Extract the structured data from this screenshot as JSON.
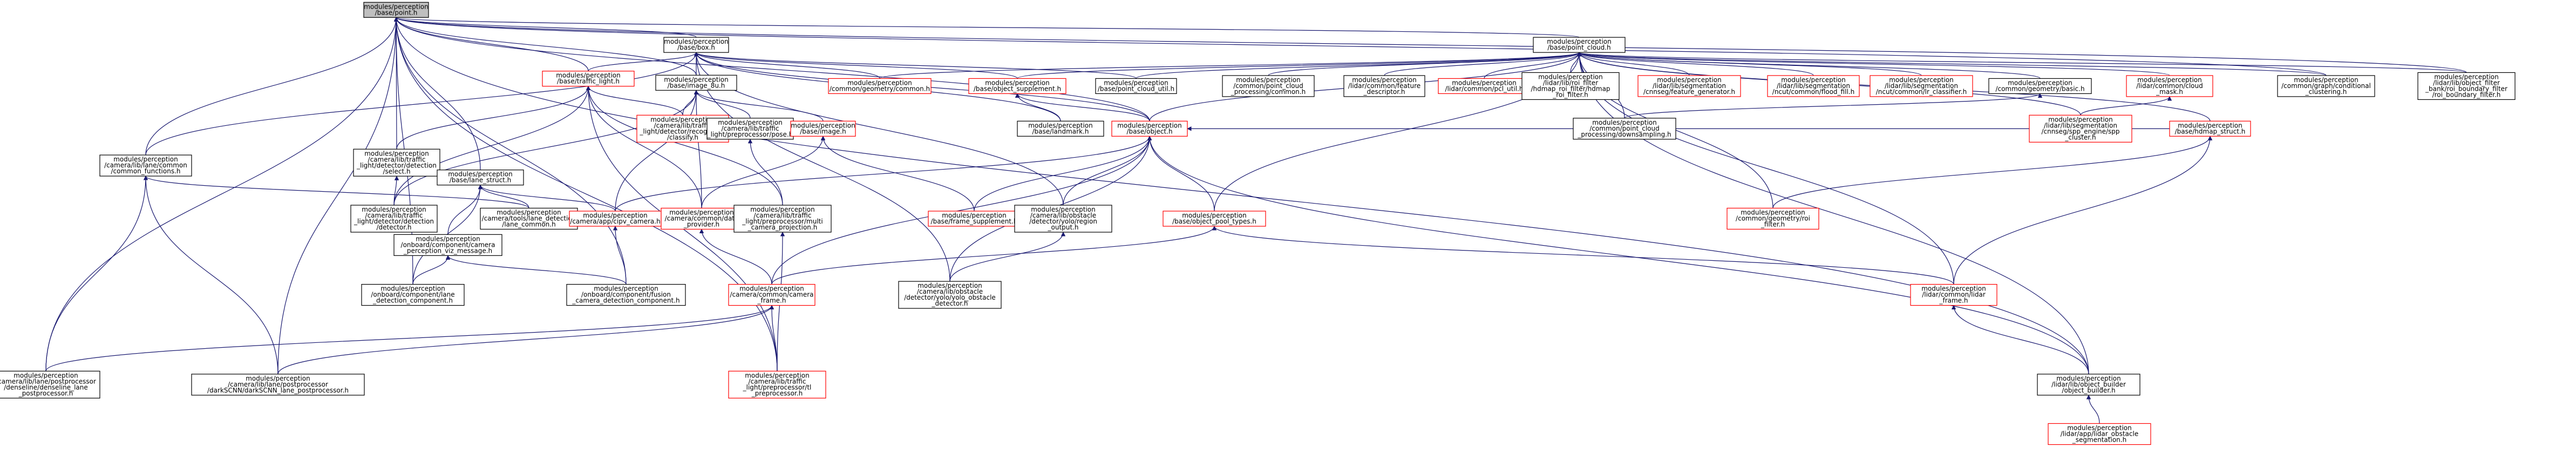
{
  "colors": {
    "edge": "#191970",
    "root_fill": "#bfbfbf",
    "highlighted_border": "#ff0000",
    "default_border": "#000000"
  },
  "nodes": [
    {
      "id": "point",
      "lines": [
        "modules/perception",
        "/base/point.h"
      ],
      "style": "root"
    },
    {
      "id": "box",
      "lines": [
        "modules/perception",
        "/base/box.h"
      ],
      "style": "black"
    },
    {
      "id": "point_cloud",
      "lines": [
        "modules/perception",
        "/base/point_cloud.h"
      ],
      "style": "black"
    },
    {
      "id": "traffic_light",
      "lines": [
        "modules/perception",
        "/base/traffic_light.h"
      ],
      "style": "red"
    },
    {
      "id": "image_8u",
      "lines": [
        "modules/perception",
        "/base/image_8u.h"
      ],
      "style": "black"
    },
    {
      "id": "common_geometry_common",
      "lines": [
        "modules/perception",
        "/common/geometry/common.h"
      ],
      "style": "red"
    },
    {
      "id": "object_supplement",
      "lines": [
        "modules/perception",
        "/base/object_supplement.h"
      ],
      "style": "red"
    },
    {
      "id": "point_cloud_util",
      "lines": [
        "modules/perception",
        "/base/point_cloud_util.h"
      ],
      "style": "black"
    },
    {
      "id": "point_cloud_processing_common",
      "lines": [
        "modules/perception",
        "/common/point_cloud",
        "_processing/common.h"
      ],
      "style": "black"
    },
    {
      "id": "feature_descriptor",
      "lines": [
        "modules/perception",
        "/lidar/common/feature",
        "_descriptor.h"
      ],
      "style": "black"
    },
    {
      "id": "pcl_util",
      "lines": [
        "modules/perception",
        "/lidar/common/pcl_util.h"
      ],
      "style": "red"
    },
    {
      "id": "hdmap_roi_filter",
      "lines": [
        "modules/perception",
        "/lidar/lib/roi_filter",
        "/hdmap_roi_filter/hdmap",
        "_roi_filter.h"
      ],
      "style": "black"
    },
    {
      "id": "feature_generator",
      "lines": [
        "modules/perception",
        "/lidar/lib/segmentation",
        "/cnnseg/feature_generator.h"
      ],
      "style": "red"
    },
    {
      "id": "ncut_flood_fill",
      "lines": [
        "modules/perception",
        "/lidar/lib/segmentation",
        "/ncut/common/flood_fill.h"
      ],
      "style": "red"
    },
    {
      "id": "lr_classifier",
      "lines": [
        "modules/perception",
        "/lidar/lib/segmentation",
        "/ncut/common/lr_classifier.h"
      ],
      "style": "red"
    },
    {
      "id": "geometry_basic",
      "lines": [
        "modules/perception",
        "/common/geometry/basic.h"
      ],
      "style": "black"
    },
    {
      "id": "cloud_mask",
      "lines": [
        "modules/perception",
        "/lidar/common/cloud",
        "_mask.h"
      ],
      "style": "red"
    },
    {
      "id": "conditional_clustering",
      "lines": [
        "modules/perception",
        "/common/graph/conditional",
        "_clustering.h"
      ],
      "style": "black"
    },
    {
      "id": "roi_boundary_filter",
      "lines": [
        "modules/perception",
        "/lidar/lib/object_filter",
        "_bank/roi_boundary_filter",
        "/roi_boundary_filter.h"
      ],
      "style": "black"
    },
    {
      "id": "camera_common_functions",
      "lines": [
        "modules/perception",
        "/camera/lib/lane/common",
        "/common_functions.h"
      ],
      "style": "black"
    },
    {
      "id": "tl_select",
      "lines": [
        "modules/perception",
        "/camera/lib/traffic",
        "_light/detector/detection",
        "/select.h"
      ],
      "style": "black"
    },
    {
      "id": "tl_classify",
      "lines": [
        "modules/perception",
        "/camera/lib/traffic",
        "_light/detector/recognition",
        "/classify.h"
      ],
      "style": "red"
    },
    {
      "id": "tl_pose",
      "lines": [
        "modules/perception",
        "/camera/lib/traffic",
        "_light/preprocessor/pose.h"
      ],
      "style": "black"
    },
    {
      "id": "image",
      "lines": [
        "modules/perception",
        "/base/image.h"
      ],
      "style": "red"
    },
    {
      "id": "landmark",
      "lines": [
        "modules/perception",
        "/base/landmark.h"
      ],
      "style": "black"
    },
    {
      "id": "object",
      "lines": [
        "modules/perception",
        "/base/object.h"
      ],
      "style": "red"
    },
    {
      "id": "downsampling",
      "lines": [
        "modules/perception",
        "/common/point_cloud",
        "_processing/downsampling.h"
      ],
      "style": "black"
    },
    {
      "id": "spp_cluster",
      "lines": [
        "modules/perception",
        "/lidar/lib/segmentation",
        "/cnnseg/spp_engine/spp",
        "_cluster.h"
      ],
      "style": "red"
    },
    {
      "id": "hdmap_struct",
      "lines": [
        "modules/perception",
        "/base/hdmap_struct.h"
      ],
      "style": "red"
    },
    {
      "id": "lane_struct",
      "lines": [
        "modules/perception",
        "/base/lane_struct.h"
      ],
      "style": "black"
    },
    {
      "id": "tl_detector",
      "lines": [
        "modules/perception",
        "/camera/lib/traffic",
        "_light/detector/detection",
        "/detector.h"
      ],
      "style": "black"
    },
    {
      "id": "lane_common",
      "lines": [
        "modules/perception",
        "/camera/tools/lane_detection",
        "/lane_common.h"
      ],
      "style": "black"
    },
    {
      "id": "spp_camera",
      "lines": [
        "modules/perception",
        "/camera/app/cipv_camera.h"
      ],
      "style": "red"
    },
    {
      "id": "data_provider",
      "lines": [
        "modules/perception",
        "/camera/common/data",
        "_provider.h"
      ],
      "style": "red"
    },
    {
      "id": "multi_camera_projection",
      "lines": [
        "modules/perception",
        "/camera/lib/traffic",
        "_light/preprocessor/multi",
        "_camera_projection.h"
      ],
      "style": "black"
    },
    {
      "id": "frame_supplement",
      "lines": [
        "modules/perception",
        "/base/frame_supplement.h"
      ],
      "style": "red"
    },
    {
      "id": "region_output",
      "lines": [
        "modules/perception",
        "/camera/lib/obstacle",
        "/detector/yolo/region",
        "_output.h"
      ],
      "style": "black"
    },
    {
      "id": "object_pool_types",
      "lines": [
        "modules/perception",
        "/base/object_pool_types.h"
      ],
      "style": "red"
    },
    {
      "id": "roi_filter_geom",
      "lines": [
        "modules/perception",
        "/common/geometry/roi",
        "_filter.h"
      ],
      "style": "red"
    },
    {
      "id": "perception_cc_message",
      "lines": [
        "modules/perception",
        "/onboard/component/camera",
        "_perception_viz_message.h"
      ],
      "style": "black"
    },
    {
      "id": "lane_detection_component",
      "lines": [
        "modules/perception",
        "/onboard/component/lane",
        "_detection_component.h"
      ],
      "style": "black"
    },
    {
      "id": "fusion_camera_detection",
      "lines": [
        "modules/perception",
        "/onboard/component/fusion",
        "_camera_detection_component.h"
      ],
      "style": "black"
    },
    {
      "id": "camera_frame",
      "lines": [
        "modules/perception",
        "/camera/common/camera",
        "_frame.h"
      ],
      "style": "red"
    },
    {
      "id": "yolo_obstacle_detector",
      "lines": [
        "modules/perception",
        "/camera/lib/obstacle",
        "/detector/yolo/yolo_obstacle",
        "_detector.h"
      ],
      "style": "black"
    },
    {
      "id": "lidar_frame",
      "lines": [
        "modules/perception",
        "/lidar/common/lidar",
        "_frame.h"
      ],
      "style": "red"
    },
    {
      "id": "denseline_postprocessor",
      "lines": [
        "modules/perception",
        "/camera/lib/lane/postprocessor",
        "/denseline/denseline_lane",
        "_postprocessor.h"
      ],
      "style": "black"
    },
    {
      "id": "darkscnn_postprocessor",
      "lines": [
        "modules/perception",
        "/camera/lib/lane/postprocessor",
        "/darkSCNN/darkSCNN_lane_postprocessor.h"
      ],
      "style": "black"
    },
    {
      "id": "tl_preprocessor",
      "lines": [
        "modules/perception",
        "/camera/lib/traffic",
        "_light/preprocessor/tl",
        "_preprocessor.h"
      ],
      "style": "red"
    },
    {
      "id": "object_builder",
      "lines": [
        "modules/perception",
        "/lidar/lib/object_builder",
        "/object_builder.h"
      ],
      "style": "black"
    },
    {
      "id": "spp_seg_segmentation",
      "lines": [
        "modules/perception",
        "/lidar/app/lidar_obstacle",
        "_segmentation.h"
      ],
      "style": "red"
    }
  ],
  "edges": [
    [
      "box",
      "point"
    ],
    [
      "point_cloud",
      "point"
    ],
    [
      "traffic_light",
      "point"
    ],
    [
      "image_8u",
      "point"
    ],
    [
      "lane_struct",
      "point"
    ],
    [
      "camera_common_functions",
      "point"
    ],
    [
      "tl_select",
      "point"
    ],
    [
      "denseline_postprocessor",
      "point"
    ],
    [
      "darkscnn_postprocessor",
      "point"
    ],
    [
      "lane_detection_component",
      "point"
    ],
    [
      "fusion_camera_detection",
      "point"
    ],
    [
      "tl_preprocessor",
      "point"
    ],
    [
      "object_builder",
      "point"
    ],
    [
      "conditional_clustering",
      "point"
    ],
    [
      "roi_boundary_filter",
      "point"
    ],
    [
      "object",
      "point"
    ],
    [
      "traffic_light",
      "box"
    ],
    [
      "image_8u",
      "box"
    ],
    [
      "common_geometry_common",
      "box"
    ],
    [
      "object_supplement",
      "box"
    ],
    [
      "point_cloud_util",
      "box"
    ],
    [
      "camera_common_functions",
      "box"
    ],
    [
      "object",
      "box"
    ],
    [
      "yolo_obstacle_detector",
      "box"
    ],
    [
      "region_output",
      "box"
    ],
    [
      "landmark",
      "box"
    ],
    [
      "point_cloud_util",
      "point_cloud"
    ],
    [
      "object_supplement",
      "point_cloud"
    ],
    [
      "common_geometry_common",
      "point_cloud"
    ],
    [
      "point_cloud_processing_common",
      "point_cloud"
    ],
    [
      "feature_descriptor",
      "point_cloud"
    ],
    [
      "pcl_util",
      "point_cloud"
    ],
    [
      "hdmap_roi_filter",
      "point_cloud"
    ],
    [
      "feature_generator",
      "point_cloud"
    ],
    [
      "ncut_flood_fill",
      "point_cloud"
    ],
    [
      "lr_classifier",
      "point_cloud"
    ],
    [
      "geometry_basic",
      "point_cloud"
    ],
    [
      "cloud_mask",
      "point_cloud"
    ],
    [
      "conditional_clustering",
      "point_cloud"
    ],
    [
      "roi_boundary_filter",
      "point_cloud"
    ],
    [
      "object",
      "point_cloud"
    ],
    [
      "downsampling",
      "point_cloud"
    ],
    [
      "spp_cluster",
      "point_cloud"
    ],
    [
      "hdmap_struct",
      "point_cloud"
    ],
    [
      "roi_filter_geom",
      "point_cloud"
    ],
    [
      "object_pool_types",
      "point_cloud"
    ],
    [
      "lidar_frame",
      "point_cloud"
    ],
    [
      "object_builder",
      "point_cloud"
    ],
    [
      "tl_select",
      "traffic_light"
    ],
    [
      "tl_classify",
      "traffic_light"
    ],
    [
      "tl_detector",
      "traffic_light"
    ],
    [
      "multi_camera_projection",
      "traffic_light"
    ],
    [
      "tl_preprocessor",
      "traffic_light"
    ],
    [
      "data_provider",
      "traffic_light"
    ],
    [
      "tl_classify",
      "image_8u"
    ],
    [
      "tl_pose",
      "image_8u"
    ],
    [
      "image",
      "image_8u"
    ],
    [
      "data_provider",
      "image_8u"
    ],
    [
      "tl_detector",
      "image_8u"
    ],
    [
      "spp_camera",
      "image_8u"
    ],
    [
      "object",
      "object_supplement"
    ],
    [
      "landmark",
      "object_supplement"
    ],
    [
      "downsampling",
      "geometry_basic"
    ],
    [
      "spp_cluster",
      "cloud_mask"
    ],
    [
      "roi_filter_geom",
      "hdmap_struct"
    ],
    [
      "lidar_frame",
      "hdmap_struct"
    ],
    [
      "hdmap_struct",
      "object"
    ],
    [
      "lane_common",
      "lane_struct"
    ],
    [
      "perception_cc_message",
      "lane_struct"
    ],
    [
      "spp_camera",
      "lane_struct"
    ],
    [
      "lane_detection_component",
      "lane_struct"
    ],
    [
      "tl_detector",
      "tl_select"
    ],
    [
      "data_provider",
      "image"
    ],
    [
      "frame_supplement",
      "image"
    ],
    [
      "multi_camera_projection",
      "tl_pose"
    ],
    [
      "frame_supplement",
      "object"
    ],
    [
      "region_output",
      "object"
    ],
    [
      "object_pool_types",
      "object"
    ],
    [
      "spp_camera",
      "object"
    ],
    [
      "camera_frame",
      "object"
    ],
    [
      "yolo_obstacle_detector",
      "object"
    ],
    [
      "object_builder",
      "object"
    ],
    [
      "camera_frame",
      "data_provider"
    ],
    [
      "lidar_frame",
      "object_pool_types"
    ],
    [
      "camera_frame",
      "object_pool_types"
    ],
    [
      "fusion_camera_detection",
      "spp_camera"
    ],
    [
      "lane_detection_component",
      "perception_cc_message"
    ],
    [
      "fusion_camera_detection",
      "perception_cc_message"
    ],
    [
      "yolo_obstacle_detector",
      "region_output"
    ],
    [
      "tl_preprocessor",
      "multi_camera_projection"
    ],
    [
      "denseline_postprocessor",
      "camera_frame"
    ],
    [
      "darkscnn_postprocessor",
      "camera_frame"
    ],
    [
      "tl_preprocessor",
      "camera_frame"
    ],
    [
      "denseline_postprocessor",
      "camera_common_functions"
    ],
    [
      "darkscnn_postprocessor",
      "camera_common_functions"
    ],
    [
      "lane_common",
      "camera_common_functions"
    ],
    [
      "object_builder",
      "lidar_frame"
    ],
    [
      "spp_seg_segmentation",
      "object_builder"
    ]
  ]
}
